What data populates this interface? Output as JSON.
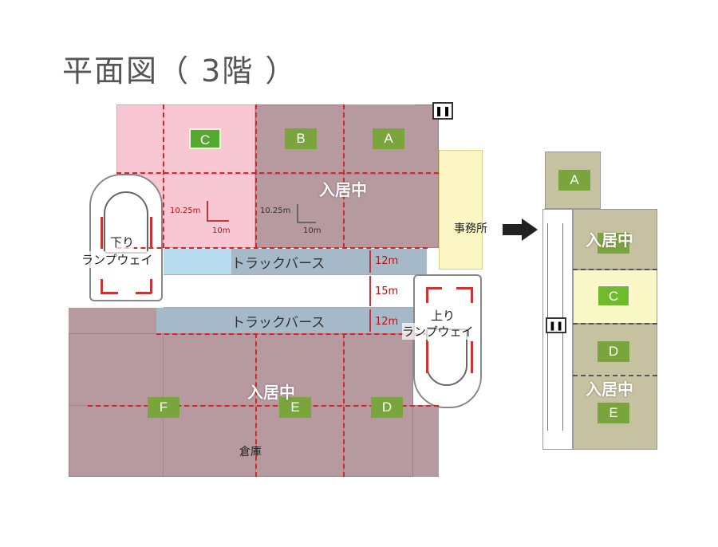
{
  "title": "平面図（ 3階 ）",
  "main_plan": {
    "units": {
      "a": "A",
      "b": "B",
      "c": "C",
      "d": "D",
      "e": "E",
      "f": "F"
    },
    "occupied_upper": "入居中",
    "occupied_lower": "入居中",
    "truck_berth_upper": "トラックバース",
    "truck_berth_lower": "トラックバース",
    "ramp_down_line1": "下り",
    "ramp_down_line2": "ランプウェイ",
    "ramp_up_line1": "上り",
    "ramp_up_line2": "ランプウェイ",
    "office": "事務所",
    "warehouse": "倉庫",
    "width_12m_top": "12m",
    "width_15m": "15m",
    "width_12m_bottom": "12m",
    "dim_c_vertical": "10.25m",
    "dim_c_horizontal": "10m",
    "dim_b_vertical": "10.25m",
    "dim_b_horizontal": "10m"
  },
  "side_plan": {
    "units": {
      "a": "A",
      "c": "C",
      "d": "D",
      "e": "E"
    },
    "occupied_upper": "入居中",
    "occupied_lower": "入居中"
  },
  "colors": {
    "occupied_fill": "#b69aa0",
    "vacant_fill": "#f7c8d4",
    "truck_fill": "#9fb3c2",
    "office_fill": "#fbf6c4",
    "side_occupied_fill": "#c6c1a1",
    "side_vacant_fill": "#fbf8c8",
    "label_green": "#7aa43c",
    "dimension_red": "#d22222"
  }
}
